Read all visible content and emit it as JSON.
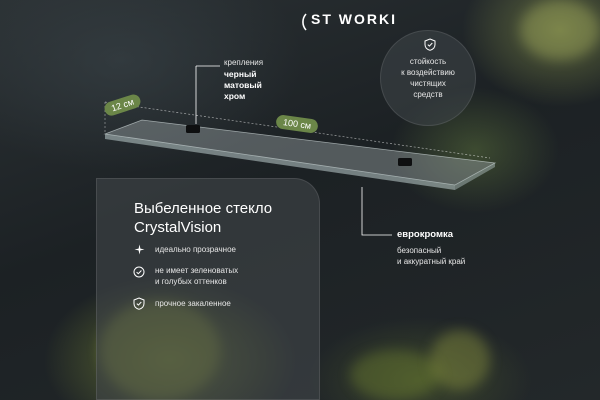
{
  "logo": {
    "text": "ST WORKI"
  },
  "top_left_note": {
    "label": "крепления",
    "value_line1": "черный",
    "value_line2": "матовый",
    "value_line3": "хром"
  },
  "top_right_note": {
    "line1": "стойкость",
    "line2": "к воздействию",
    "line3": "чистящих",
    "line4": "средств"
  },
  "dimensions": {
    "depth": "12 см",
    "length": "100 см"
  },
  "edge_note": {
    "title": "еврокромка",
    "line1": "безопасный",
    "line2": "и аккуратный край"
  },
  "product": {
    "title_line1": "Выбеленное стекло",
    "title_line2": "CrystalVision"
  },
  "features": [
    {
      "icon": "sparkle-icon",
      "line1": "идеально прозрачное",
      "line2": ""
    },
    {
      "icon": "check-circle-icon",
      "line1": "не имеет зеленоватых",
      "line2": "и голубых оттенков"
    },
    {
      "icon": "shield-check-icon",
      "line1": "прочное закаленное",
      "line2": ""
    }
  ],
  "colors": {
    "accent_green": "#6b8648",
    "panel": "#464c50"
  }
}
